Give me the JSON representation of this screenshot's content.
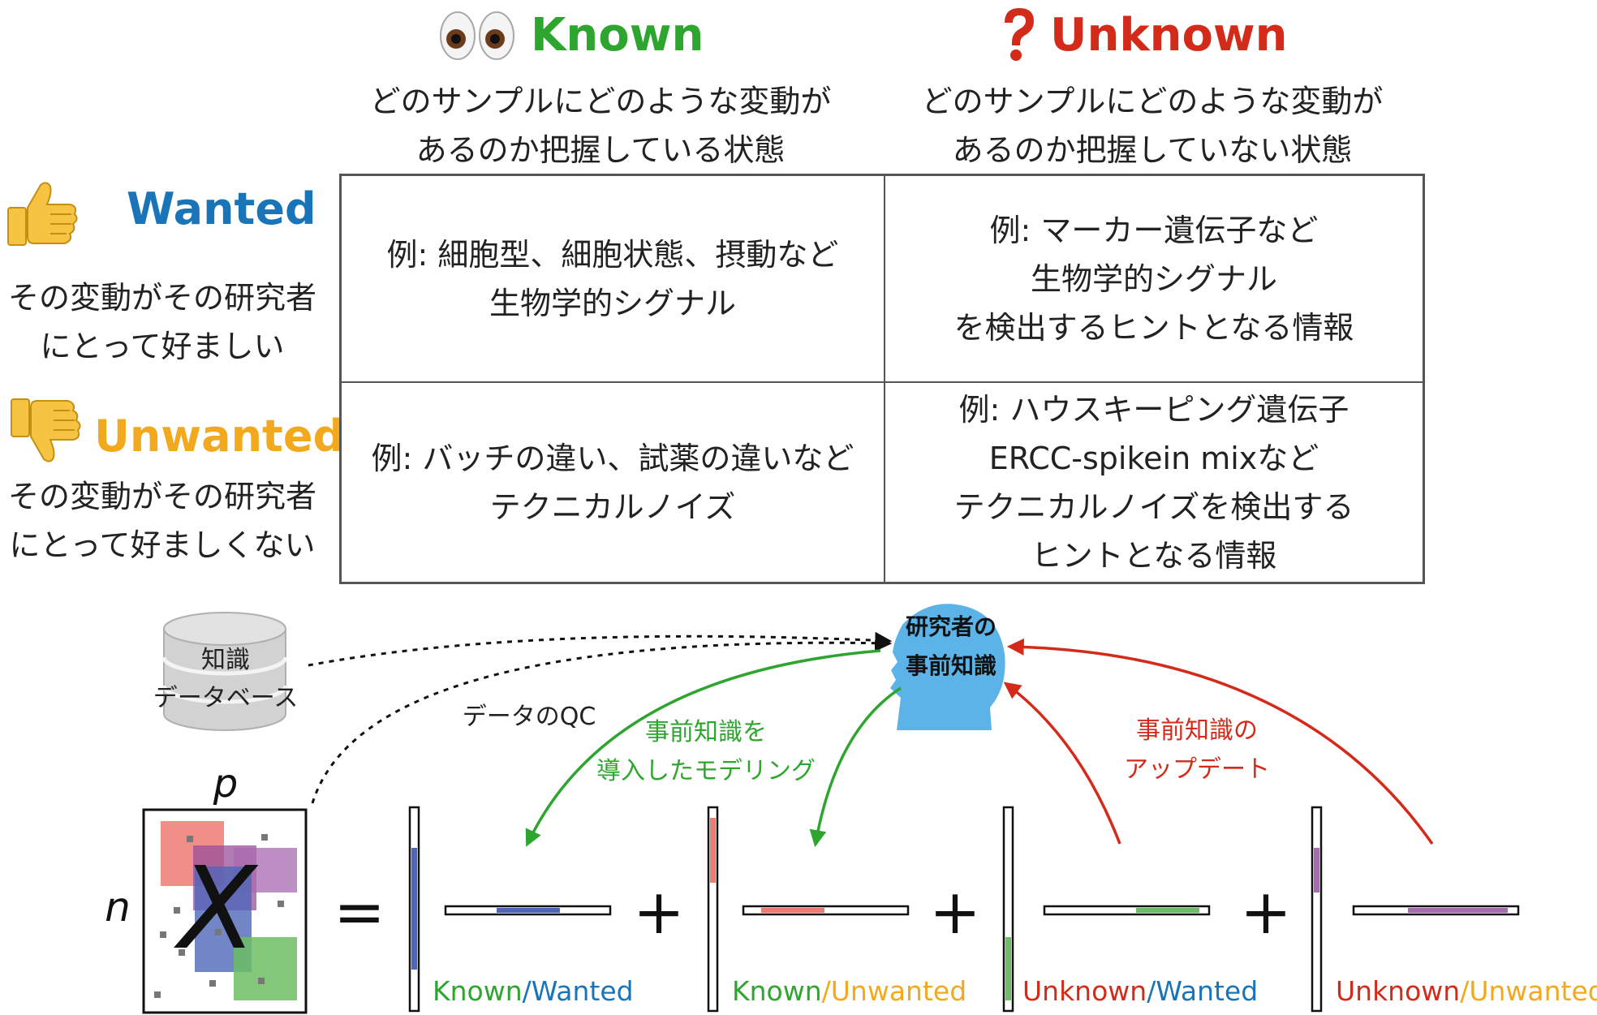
{
  "colors": {
    "known": "#2ea52e",
    "unknown": "#d42a1a",
    "wanted": "#1a74b8",
    "unwanted": "#f2a91e",
    "wanted_bar": "#4f66b8",
    "unwanted_bar": "#ec7b72",
    "known_unknown_bar": "#6cbd63",
    "uu_bar": "#a86ab0",
    "head": "#5bb3e8"
  },
  "header": {
    "known": {
      "icon": "eyes-icon",
      "label": "Known",
      "desc_line1": "どのサンプルにどのような変動が",
      "desc_line2": "あるのか把握している状態"
    },
    "unknown": {
      "icon": "red-question-icon",
      "label": "Unknown",
      "desc_line1": "どのサンプルにどのような変動が",
      "desc_line2": "あるのか把握していない状態"
    }
  },
  "rows": {
    "wanted": {
      "icon": "thumbs-up-icon",
      "label": "Wanted",
      "desc_line1": "その変動がその研究者",
      "desc_line2": "にとって好ましい"
    },
    "unwanted": {
      "icon": "thumbs-down-icon",
      "label": "Unwanted",
      "desc_line1": "その変動がその研究者",
      "desc_line2": "にとって好ましくない"
    }
  },
  "cells": {
    "known_wanted": [
      "例: 細胞型、細胞状態、摂動など",
      "生物学的シグナル"
    ],
    "unknown_wanted": [
      "例: マーカー遺伝子など",
      "生物学的シグナル",
      "を検出するヒントとなる情報"
    ],
    "known_unwanted": [
      "例: バッチの違い、試薬の違いなど",
      "テクニカルノイズ"
    ],
    "unknown_unwanted": [
      "例: ハウスキーピング遺伝子",
      "ERCC-spikein mixなど",
      "テクニカルノイズを検出する",
      "ヒントとなる情報"
    ]
  },
  "diagram": {
    "database_line1": "知識",
    "database_line2": "データベース",
    "qc_label": "データのQC",
    "head_line1": "研究者の",
    "head_line2": "事前知識",
    "modeling_line1": "事前知識を",
    "modeling_line2": "導入したモデリング",
    "update_line1": "事前知識の",
    "update_line2": "アップデート",
    "matrix_symbol": "X",
    "dim_n": "n",
    "dim_p": "p",
    "equals": "=",
    "plus": "+",
    "slash": "/",
    "components": [
      {
        "first": "Known",
        "second": "Wanted"
      },
      {
        "first": "Known",
        "second": "Unwanted"
      },
      {
        "first": "Unknown",
        "second": "Wanted"
      },
      {
        "first": "Unknown",
        "second": "Unwanted"
      }
    ]
  }
}
